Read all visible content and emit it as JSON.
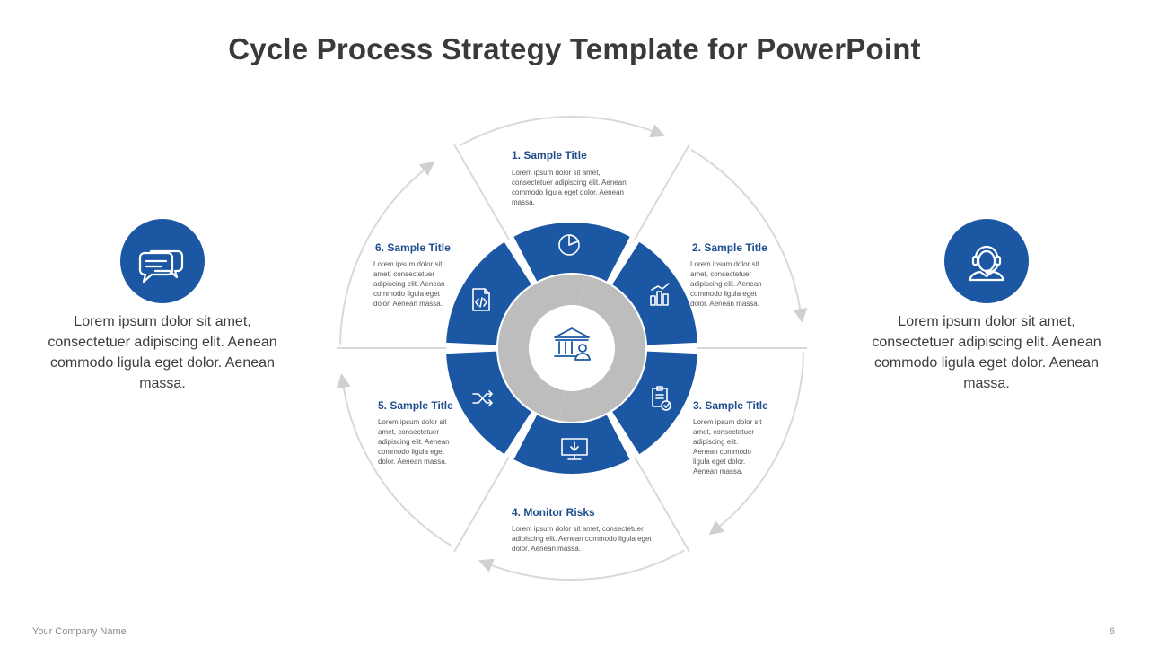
{
  "slide": {
    "title": "Cycle Process Strategy Template for PowerPoint"
  },
  "colors": {
    "accent": "#1c57a4",
    "ring_gray": "#bdbdbd",
    "outline": "#d9d9d9",
    "title_text": "#3a3a3a",
    "heading_blue": "#1f4f8f"
  },
  "left_panel": {
    "icon": "chat-bubbles-icon",
    "text": "Lorem ipsum dolor sit amet, consectetuer adipiscing elit. Aenean commodo ligula eget dolor. Aenean massa."
  },
  "right_panel": {
    "icon": "headset-user-icon",
    "text": "Lorem ipsum dolor sit amet, consectetuer adipiscing elit. Aenean commodo ligula eget dolor. Aenean massa."
  },
  "center_icon": "bank-user-icon",
  "segments": [
    {
      "title": "1. Sample Title",
      "body": "Lorem ipsum dolor sit amet, consectetuer adipiscing elit. Aenean commodo ligula eget dolor. Aenean massa.",
      "icon": "pie-chart-icon"
    },
    {
      "title": "2. Sample Title",
      "body": "Lorem ipsum dolor sit amet, consectetuer adipiscing elit. Aenean commodo ligula eget dolor. Aenean massa.",
      "icon": "bar-chart-icon"
    },
    {
      "title": "3. Sample Title",
      "body": "Lorem ipsum dolor sit amet, consectetuer adipiscing elit. Aenean commodo ligula eget dolor. Aenean massa.",
      "icon": "clipboard-check-icon"
    },
    {
      "title": "4. Monitor Risks",
      "body": "Lorem ipsum dolor sit amet, consectetuer adipiscing elit. Aenean commodo ligula eget dolor. Aenean massa.",
      "icon": "monitor-download-icon"
    },
    {
      "title": "5. Sample Title",
      "body": "Lorem ipsum dolor sit amet, consectetuer adipiscing elit. Aenean commodo ligula eget dolor. Aenean massa.",
      "icon": "shuffle-icon"
    },
    {
      "title": "6. Sample Title",
      "body": "Lorem ipsum dolor sit amet, consectetuer adipiscing elit. Aenean commodo ligula eget dolor. Aenean massa.",
      "icon": "code-file-icon"
    }
  ],
  "footer": {
    "company": "Your Company  Name",
    "page_number": "6"
  }
}
